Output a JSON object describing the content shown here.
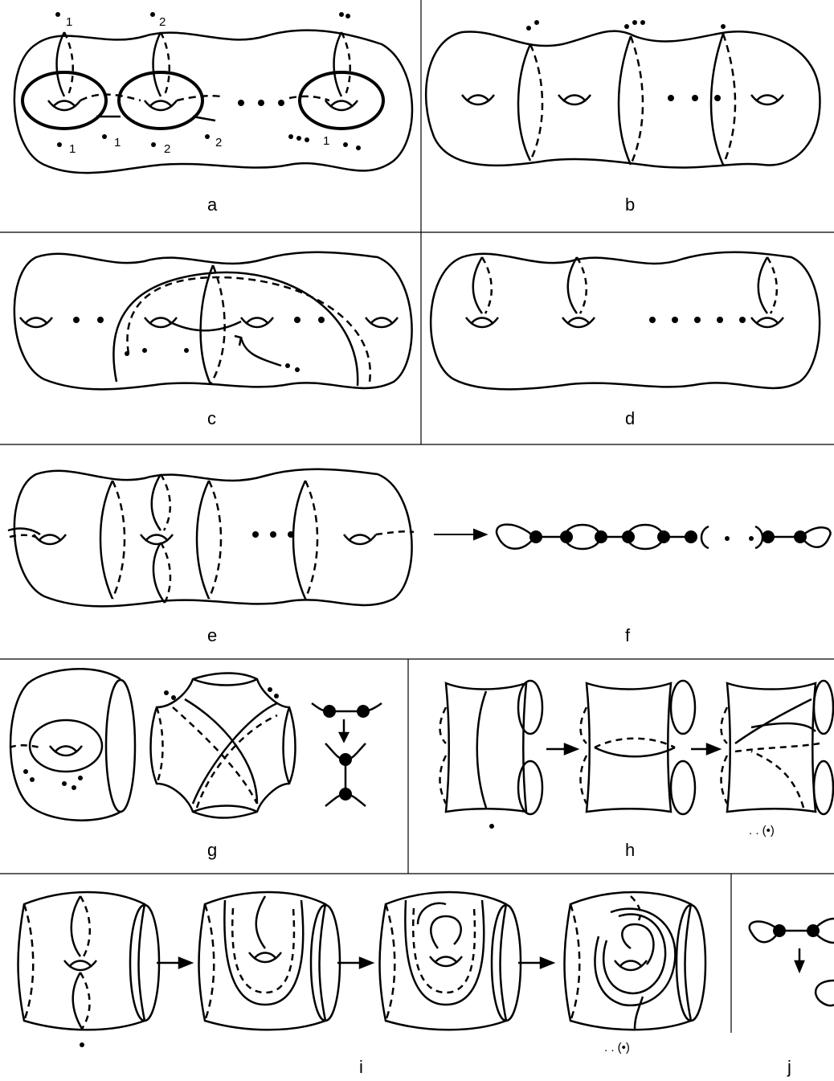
{
  "panels": {
    "a": {
      "label": "a",
      "top": [
        "1",
        "2",
        "."
      ],
      "bottom": [
        "1",
        "1",
        "2",
        "2",
        "1"
      ],
      "ellipsis": ". . . ."
    },
    "b": {
      "label": "b",
      "top": [
        ".",
        "..",
        ""
      ],
      "ellipsis": ". . ."
    },
    "c": {
      "label": "c",
      "ellipsis": ". ."
    },
    "d": {
      "label": "d",
      "ellipsis": ". . . . ."
    },
    "e": {
      "label": "e",
      "ellipsis": ". . ."
    },
    "f": {
      "label": "f"
    },
    "g": {
      "label": "g"
    },
    "h": {
      "label": "h",
      "note": ". . (•)"
    },
    "i": {
      "label": "i",
      "note": ". . (•)"
    },
    "j": {
      "label": "j"
    }
  },
  "colors": {
    "ink": "#000000",
    "paper": "#ffffff"
  }
}
